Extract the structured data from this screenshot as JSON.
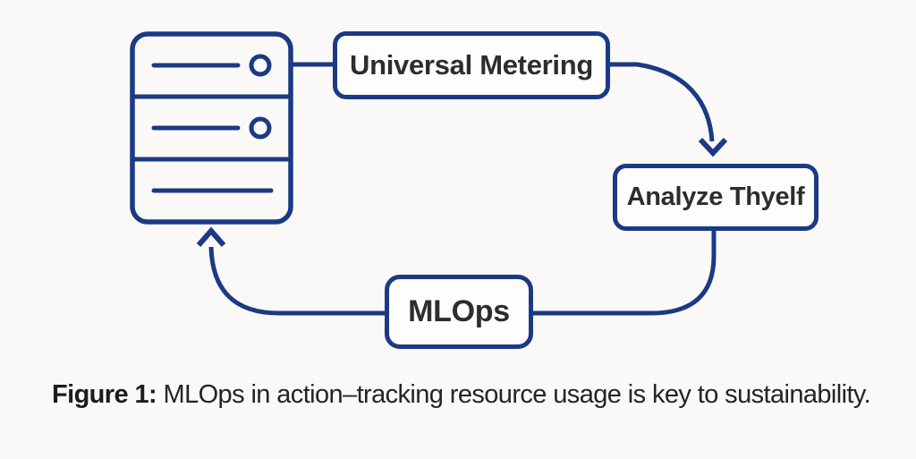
{
  "figure": {
    "colors": {
      "background": "#faf9f7",
      "line": "#1b3a85",
      "node_text": "#2d2d2d",
      "caption_text": "#242424"
    },
    "icons": {
      "server": "server-icon",
      "arrow_down": "arrowhead-down-icon",
      "arrow_up": "arrowhead-up-icon"
    },
    "nodes": {
      "universal_metering": {
        "label": "Universal Metering"
      },
      "analyze_thyself": {
        "label": "Analyze Thyelf"
      },
      "mlops": {
        "label": "MLOps"
      }
    },
    "caption": {
      "prefix": "Figure 1:",
      "body": " MLOps in action–tracking resource usage is key to sustainability."
    }
  }
}
